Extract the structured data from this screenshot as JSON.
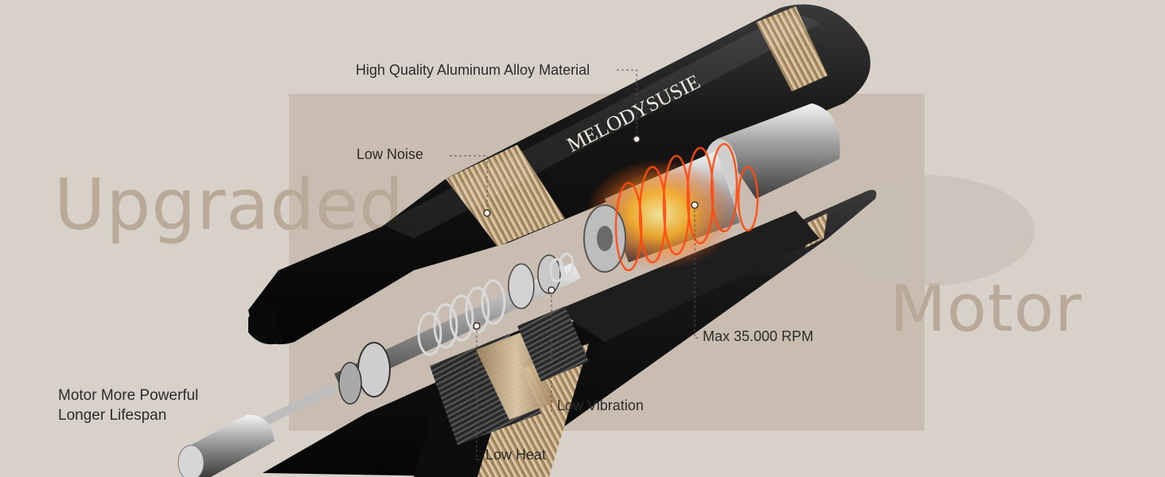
{
  "brand": "MelodySusie",
  "headline": {
    "word1": "Upgraded",
    "word2": "Motor"
  },
  "callouts": {
    "material": "High Quality Aluminum Alloy Material",
    "noise": "Low Noise",
    "rpm": "Max 35.000 RPM",
    "vibration": "Low Vibration",
    "heat": "Low Heat",
    "power_line1": "Motor More Powerful",
    "power_line2": "Longer Lifespan"
  },
  "colors": {
    "background": "#d8d1c9",
    "panel": "#c8bdb0",
    "headline": "#b8a998",
    "body_black": "#141414",
    "gold": "#c8aa80",
    "motor_glow": "#ff5a1a"
  }
}
